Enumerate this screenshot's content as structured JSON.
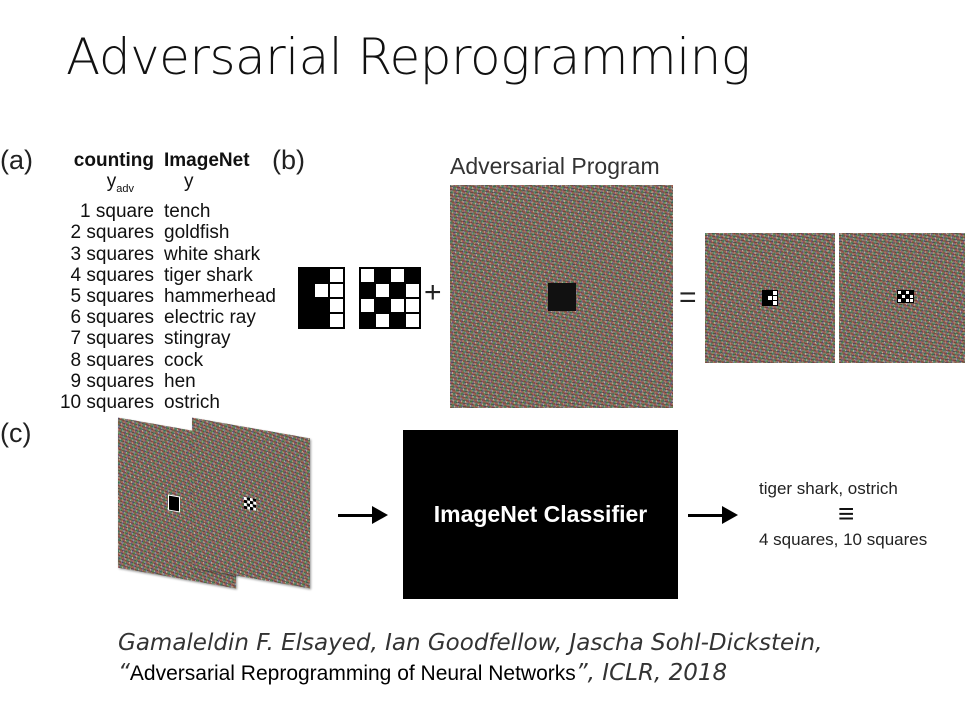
{
  "title": "Adversarial Reprogramming",
  "panel_a": {
    "letter": "(a)",
    "header_col1": "counting",
    "header_col2": "ImageNet",
    "sub_col1": "y",
    "sub_col1_subscript": "adv",
    "sub_col2": "y",
    "rows": [
      {
        "count": "1 square",
        "label": "tench"
      },
      {
        "count": "2 squares",
        "label": "goldfish"
      },
      {
        "count": "3 squares",
        "label": "white shark"
      },
      {
        "count": "4 squares",
        "label": "tiger shark"
      },
      {
        "count": "5 squares",
        "label": "hammerhead"
      },
      {
        "count": "6 squares",
        "label": "electric ray"
      },
      {
        "count": "7 squares",
        "label": "stingray"
      },
      {
        "count": "8 squares",
        "label": "cock"
      },
      {
        "count": "9 squares",
        "label": "hen"
      },
      {
        "count": "10 squares",
        "label": "ostrich"
      }
    ]
  },
  "panel_b": {
    "letter": "(b)",
    "program_label": "Adversarial Program",
    "plus": "+",
    "equals": "="
  },
  "panel_c": {
    "letter": "(c)",
    "classifier_label": "ImageNet Classifier",
    "output_top": "tiger shark, ostrich",
    "output_equiv": "≡",
    "output_bottom": "4 squares, 10 squares"
  },
  "citation": {
    "authors": "Gamaleldin F. Elsayed, Ian Goodfellow, Jascha Sohl-Dickstein, “",
    "paper_title": "Adversarial Reprogramming of Neural Networks",
    "venue": "”, ICLR, 2018"
  }
}
